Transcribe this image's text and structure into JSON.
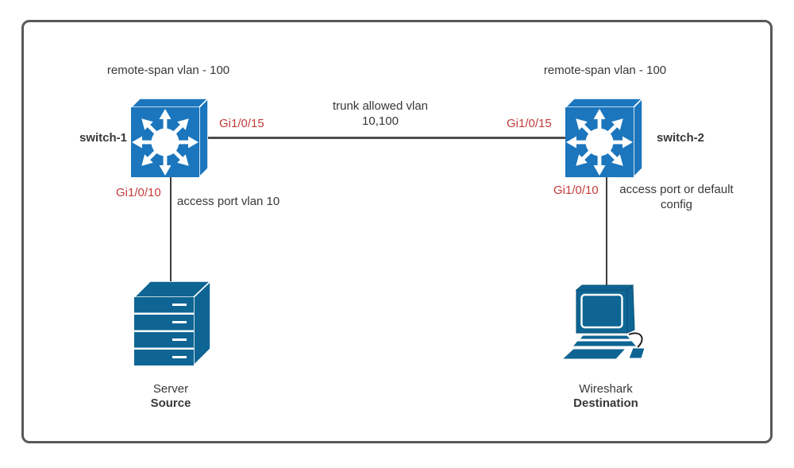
{
  "colors": {
    "switch_blue": "#1b76bd",
    "device_blue": "#0e6593",
    "device_outline": "#0a4e74",
    "connector_gray": "#4d4d4d",
    "frame_gray": "#595959",
    "text_dark": "#383838",
    "port_red": "#c43a3a",
    "canvas_white": "#ffffff"
  },
  "icons": {
    "switch1": "layer2-switch-icon",
    "switch2": "layer2-switch-icon",
    "server": "server-icon",
    "workstation": "workstation-mouse-icon"
  },
  "switch1": {
    "name": "switch-1",
    "span_note": "remote-span vlan - 100",
    "trunk_port": "Gi1/0/15",
    "access_port": "Gi1/0/10"
  },
  "switch2": {
    "name": "switch-2",
    "span_note": "remote-span vlan - 100",
    "trunk_port": "Gi1/0/15",
    "access_port": "Gi1/0/10"
  },
  "trunk_link": {
    "label_line1": "trunk allowed vlan",
    "label_line2": "10,100"
  },
  "access_link_left": {
    "label": "access port vlan 10"
  },
  "access_link_right": {
    "label_line1": "access port or default",
    "label_line2": "config"
  },
  "server": {
    "title": "Server",
    "subtitle": "Source"
  },
  "wireshark": {
    "title": "Wireshark",
    "subtitle": "Destination"
  }
}
